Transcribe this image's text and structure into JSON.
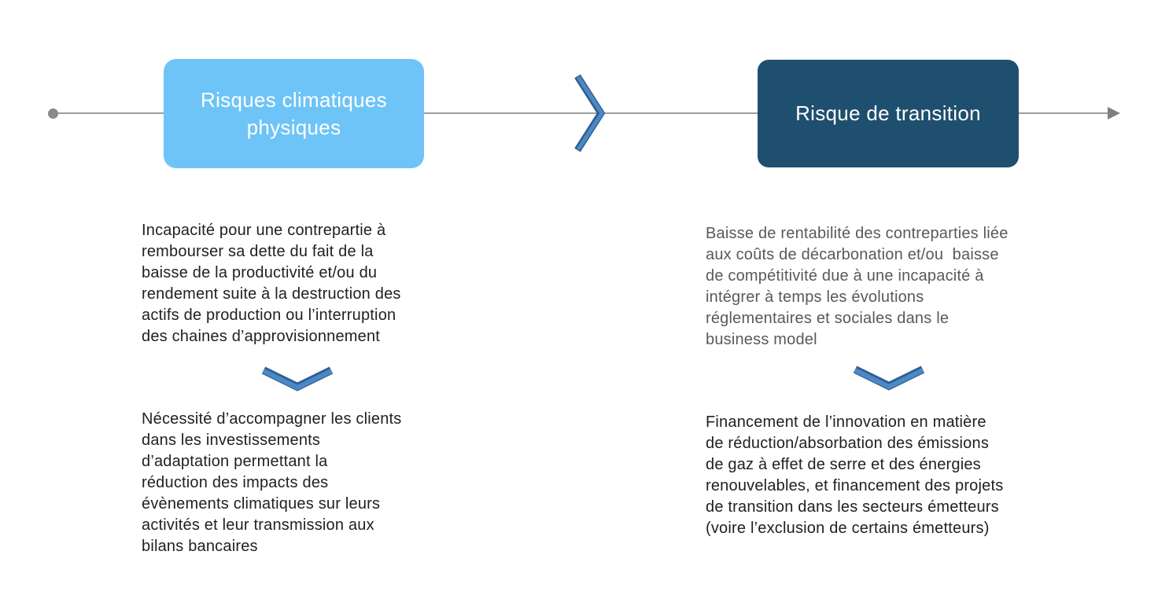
{
  "colors": {
    "physical_box_bg": "#6EC4F6",
    "transition_box_bg": "#1F4F6E",
    "box_text": "#FFFFFF",
    "chevron_fill": "#4C88C4",
    "chevron_edge": "#2E5E94",
    "timeline": "#9E9E9E",
    "timeline_marker": "#8A8A8A",
    "text_dark": "#212121",
    "text_gray": "#595959"
  },
  "columns": [
    {
      "id": "physical-climate-risks",
      "title": "Risques climatiques\nphysiques",
      "description": "Incapacité pour une contrepartie à\nrembourser sa dette du fait de la\nbaisse de la productivité et/ou du\nrendement suite à la destruction des\nactifs de production ou l’interruption\ndes chaines d’approvisionnement",
      "implication": "Nécessité d’accompagner les clients\ndans les investissements\nd’adaptation permettant la\nréduction des impacts des\névènements climatiques sur leurs\nactivités et leur transmission aux\nbilans bancaires"
    },
    {
      "id": "transition-risk",
      "title": "Risque de transition",
      "description": "Baisse de rentabilité des contreparties liée\naux coûts de décarbonation et/ou  baisse\nde compétitivité due à une incapacité à\nintégrer à temps les évolutions\nréglementaires et sociales dans le\nbusiness model",
      "implication": "Financement de l’innovation en matière\nde réduction/absorbation des émissions\nde gaz à effet de serre et des énergies\nrenouvelables, et financement des projets\nde transition dans les secteurs émetteurs\n(voire l’exclusion de certains émetteurs)"
    }
  ]
}
